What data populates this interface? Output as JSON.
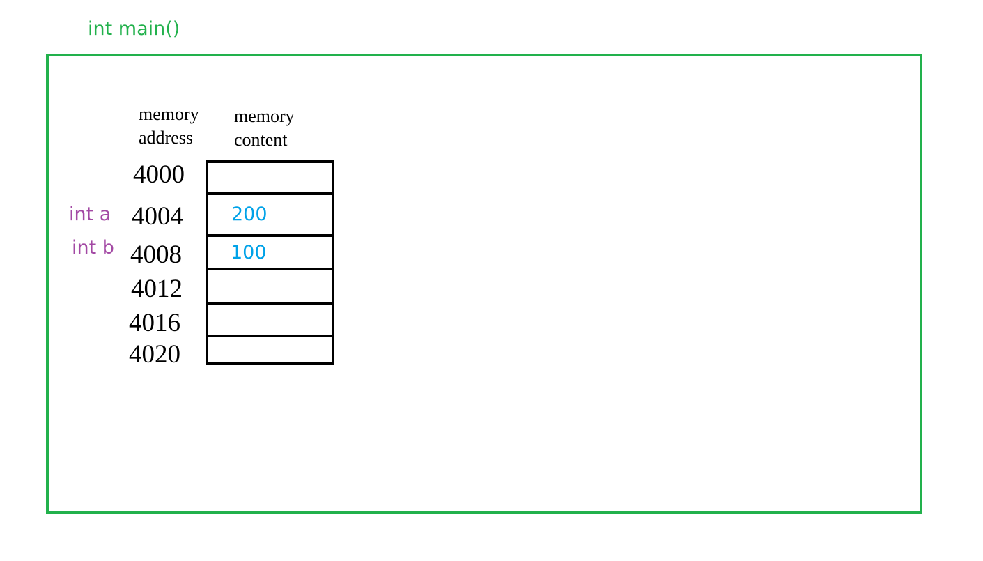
{
  "title": "int main()",
  "headers": {
    "address": [
      "memory",
      "address"
    ],
    "content": [
      "memory",
      "content"
    ]
  },
  "rows": [
    {
      "address": "4000",
      "label": "",
      "value": ""
    },
    {
      "address": "4004",
      "label": "int a",
      "value": "200"
    },
    {
      "address": "4008",
      "label": "int b",
      "value": "100"
    },
    {
      "address": "4012",
      "label": "",
      "value": ""
    },
    {
      "address": "4016",
      "label": "",
      "value": ""
    },
    {
      "address": "4020",
      "label": "",
      "value": ""
    }
  ],
  "colors": {
    "frame": "#22b14c",
    "title": "#22b14c",
    "variable_label": "#a349a4",
    "value": "#00a2e8",
    "cell_border": "#000000"
  }
}
